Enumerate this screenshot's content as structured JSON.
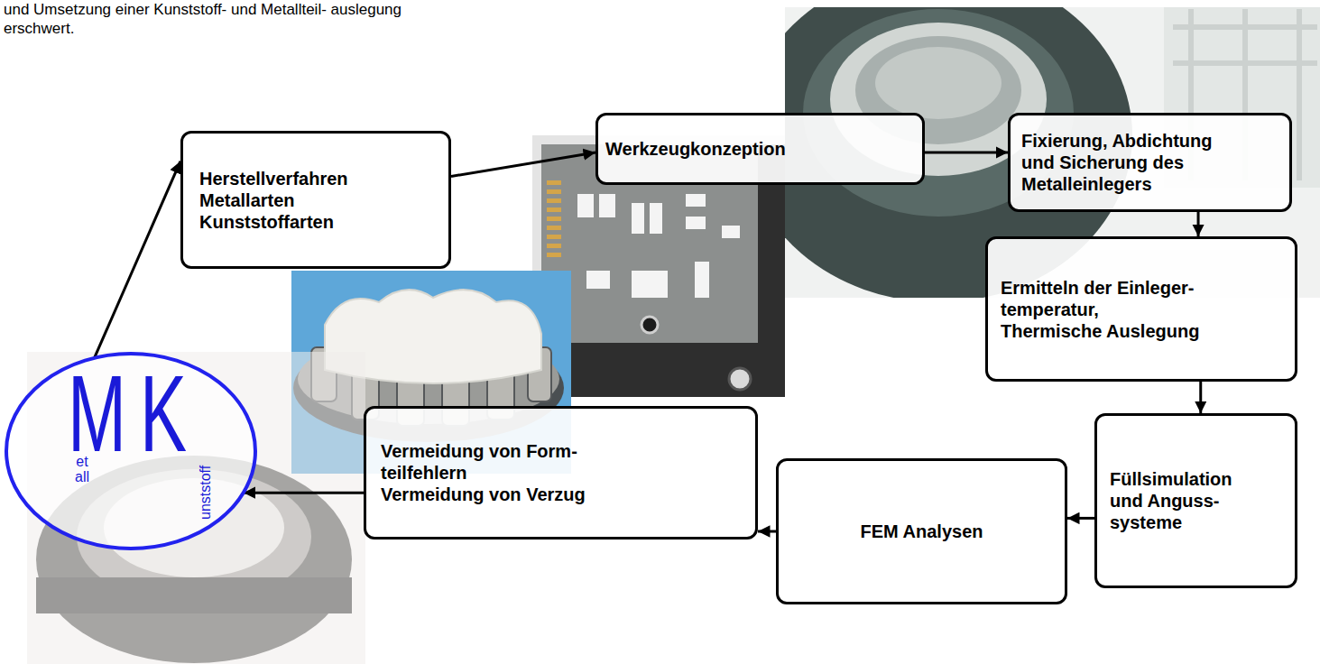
{
  "diagram": {
    "nodes": [
      {
        "text": [
          "Herstellverfahren",
          "Metallarten",
          "Kunststoffarten"
        ]
      },
      {
        "text": [
          "Werkzeugkonzeption"
        ]
      },
      {
        "text": [
          "Fixierung, Abdichtung und Sicherung des Metalleinlegers"
        ]
      },
      {
        "text": [
          "Ermitteln der Einleger- temperatur,",
          "Thermische Auslegung"
        ]
      },
      {
        "text": [
          "Füllsimulation und Anguss- systeme"
        ]
      },
      {
        "text": [
          "FEM Analysen"
        ]
      },
      {
        "text": [
          "Vermeidung von Form- teilfehlern",
          "Vermeidung von Verzug"
        ]
      },
      {
        "text": [
          "M",
          "etall",
          "K",
          "unststoff"
        ]
      }
    ],
    "edges": [
      {
        "from": 7,
        "to": 0,
        "arrow": "to"
      },
      {
        "from": 0,
        "to": 1,
        "arrow": "to"
      },
      {
        "from": 1,
        "to": 2,
        "arrow": "to"
      },
      {
        "from": 2,
        "to": 3,
        "arrow": "to"
      },
      {
        "from": 3,
        "to": 4,
        "arrow": "to"
      },
      {
        "from": 4,
        "to": 5,
        "arrow": "to"
      },
      {
        "from": 5,
        "to": 6,
        "arrow": "to"
      },
      {
        "from": 6,
        "to": 7,
        "arrow": "to"
      }
    ],
    "labels": [
      "und Umsetzung einer Kunststoff- und Metallteil- auslegung erschwert."
    ]
  }
}
